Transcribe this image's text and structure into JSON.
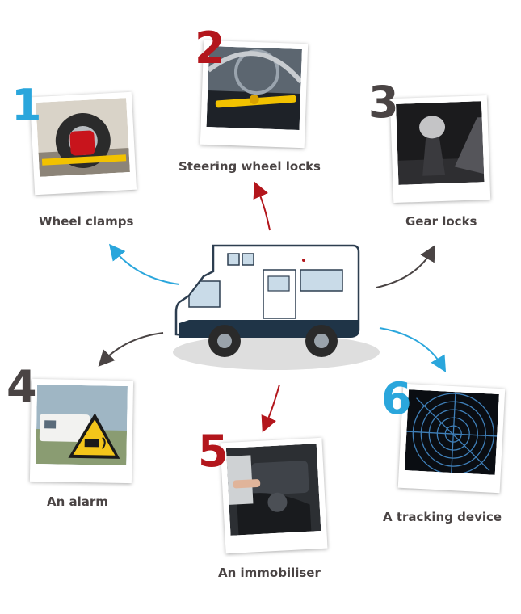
{
  "items": [
    {
      "number": "1",
      "label": "Wheel clamps",
      "color": "#2aa6dc",
      "photo_icon": "wheel-clamp-photo"
    },
    {
      "number": "2",
      "label": "Steering wheel locks",
      "color": "#b3161c",
      "photo_icon": "steering-lock-photo"
    },
    {
      "number": "3",
      "label": "Gear locks",
      "color": "#4a4444",
      "photo_icon": "gear-lever-photo"
    },
    {
      "number": "4",
      "label": "An alarm",
      "color": "#4a4444",
      "photo_icon": "alarm-sign-photo"
    },
    {
      "number": "5",
      "label": "An immobiliser",
      "color": "#b3161c",
      "photo_icon": "engine-bay-photo"
    },
    {
      "number": "6",
      "label": "A tracking device",
      "color": "#2aa6dc",
      "photo_icon": "radar-screen-photo"
    }
  ],
  "center_icon": "motorhome-icon",
  "arrow_colors": {
    "blue": "#2aa6dc",
    "red": "#b3161c",
    "dark": "#4a4444"
  }
}
